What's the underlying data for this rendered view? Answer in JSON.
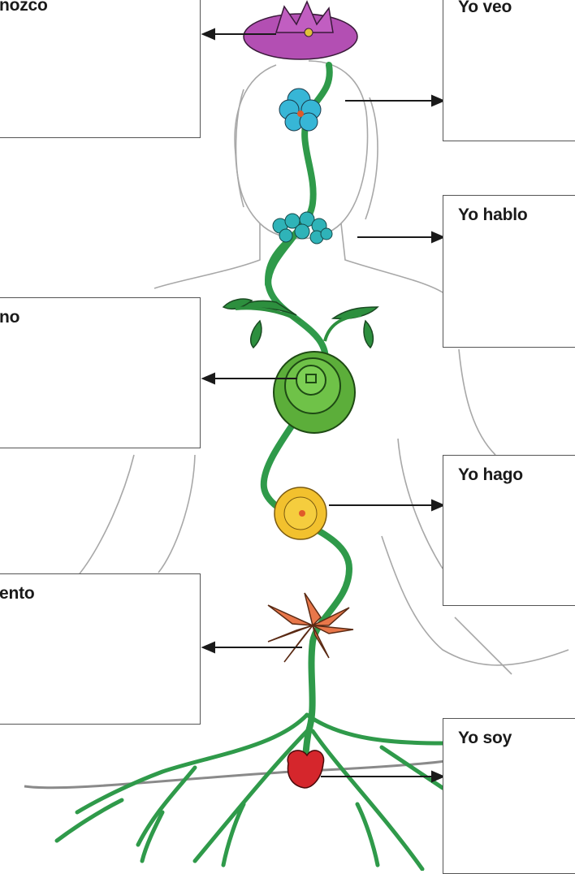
{
  "boxes": {
    "conozco": "nozco",
    "veo": "Yo veo",
    "hablo": "Yo hablo",
    "amo": "no",
    "hago": "Yo hago",
    "siento": "ento",
    "soy": "Yo soy"
  },
  "colors": {
    "stem": "#2f9a4a",
    "outline": "#9a9a9a",
    "crown_flower": "#b34fb3",
    "third_eye_flower": "#37b6d6",
    "throat_flower": "#2fb3b8",
    "heart_flower": "#5cae3a",
    "solar_flower": "#f2c12e",
    "sacral_flower": "#e8774a",
    "root_flower": "#d5262c"
  }
}
